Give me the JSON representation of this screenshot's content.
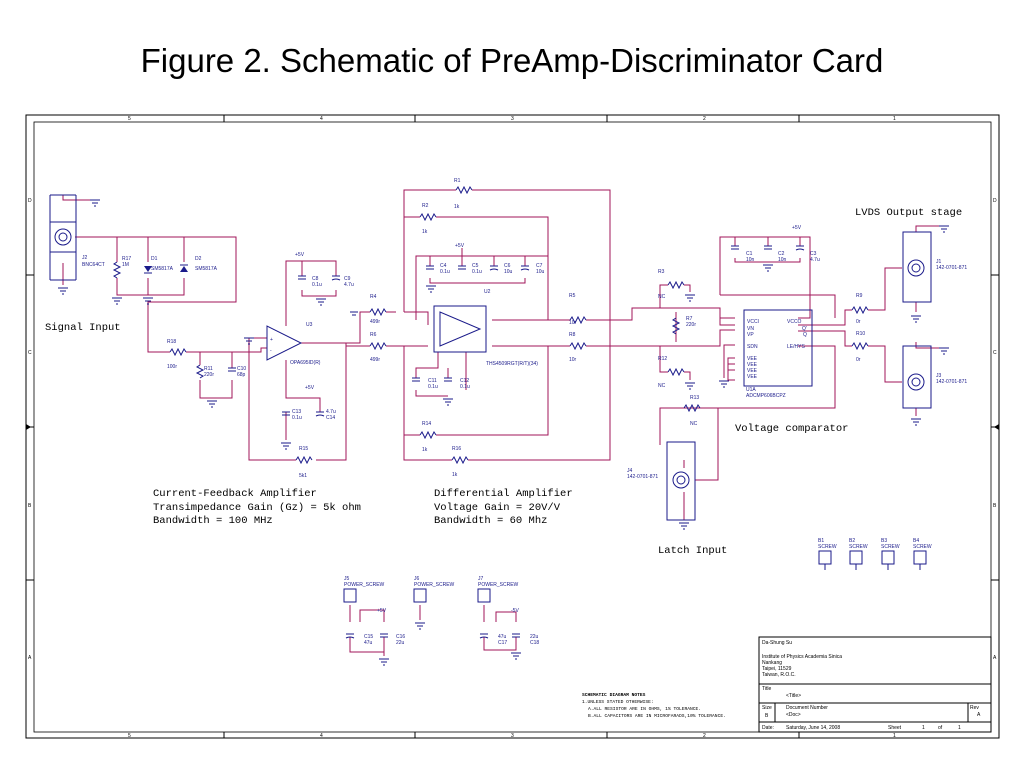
{
  "slide": {
    "title": "Figure 2. Schematic of PreAmp-Discriminator Card"
  },
  "border": {
    "top_numbers": [
      "5",
      "4",
      "3",
      "2",
      "1"
    ],
    "bottom_numbers": [
      "5",
      "4",
      "3",
      "2",
      "1"
    ],
    "side_letters": [
      "D",
      "C",
      "B",
      "A"
    ]
  },
  "labels": {
    "signal_input": "Signal Input",
    "lvds_output": "LVDS Output stage",
    "voltage_comparator": "Voltage comparator",
    "latch_input": "Latch Input",
    "cfa_block": [
      "Current-Feedback Amplifier",
      "Transimpedance Gain (Gz) = 5k ohm",
      "Bandwidth = 100 MHz"
    ],
    "diff_block": [
      "Differential Amplifier",
      "Voltage Gain = 20V/V",
      "Bandwidth = 60 Mhz"
    ]
  },
  "components": {
    "j2": [
      "J2",
      "BNC64CT"
    ],
    "r17": [
      "R17",
      "1M"
    ],
    "d1": [
      "D1",
      "SM5817A"
    ],
    "d2": [
      "D2",
      "SM5817A"
    ],
    "r18": [
      "R18",
      "100r"
    ],
    "r11": [
      "R11",
      "220r"
    ],
    "c10": [
      "C10",
      "68p"
    ],
    "u3": [
      "U3",
      "OPA695ID(R)"
    ],
    "c8": [
      "C8",
      "0.1u"
    ],
    "c9": [
      "C9",
      "4.7u"
    ],
    "c13": [
      "C13",
      "0.1u"
    ],
    "c14": [
      "C14",
      "4.7u"
    ],
    "r15": [
      "R15",
      "5k1"
    ],
    "r4": [
      "R4",
      "499r"
    ],
    "r6": [
      "R6",
      "499r"
    ],
    "r1": [
      "R1",
      "1k"
    ],
    "r2": [
      "R2",
      "1k"
    ],
    "u2": [
      "U2",
      "THS4509RGT(R/T)(34)"
    ],
    "c4": [
      "C4",
      "0.1u"
    ],
    "c5": [
      "C5",
      "0.1u"
    ],
    "c6": [
      "C6",
      "10u"
    ],
    "c7": [
      "C7",
      "10u"
    ],
    "c11": [
      "C11",
      "0.1u"
    ],
    "c12": [
      "C12",
      "0.1u"
    ],
    "r14": [
      "R14",
      "1k"
    ],
    "r16": [
      "R16",
      "1k"
    ],
    "r5": [
      "R5",
      "10r"
    ],
    "r8": [
      "R8",
      "10r"
    ],
    "r3": [
      "R3",
      "NC"
    ],
    "r7": [
      "R7",
      "220r"
    ],
    "r12": [
      "R12",
      "NC"
    ],
    "r13": [
      "R13",
      "NC"
    ],
    "u1": [
      "U1A",
      "ADCMP606BCPZ"
    ],
    "c1": [
      "C1",
      "10n"
    ],
    "c2": [
      "C2",
      "10n"
    ],
    "c3": [
      "C3",
      "4.7u"
    ],
    "r9": [
      "R9",
      "0r"
    ],
    "r10": [
      "R10",
      "0r"
    ],
    "j1": [
      "J1",
      "142-0701-871"
    ],
    "j3": [
      "J3",
      "142-0701-871"
    ],
    "j4": [
      "J4",
      "142-0701-871"
    ],
    "j5": [
      "J5",
      "POWER_SCREW"
    ],
    "j6": [
      "J6",
      "POWER_SCREW"
    ],
    "j7": [
      "J7",
      "POWER_SCREW"
    ],
    "c15": [
      "C15",
      "47u"
    ],
    "c16": [
      "C16",
      "22u"
    ],
    "c17": [
      "C17",
      "47u"
    ],
    "c18": [
      "C18",
      "22u"
    ],
    "b1": [
      "B1",
      "SCREW"
    ],
    "b2": [
      "B2",
      "SCREW"
    ],
    "b3": [
      "B3",
      "SCREW"
    ],
    "b4": [
      "B4",
      "SCREW"
    ]
  },
  "u1_pins": {
    "left": [
      "VCCI",
      "VN",
      "VP",
      "SDN",
      "VEE",
      "VEE",
      "VEE",
      "VEE"
    ],
    "right": [
      "VCCO",
      "Q'",
      "Q",
      "LE/HYS"
    ]
  },
  "power": {
    "pos": "+5V",
    "neg": "-5V"
  },
  "notes": [
    "SCHEMATIC DIAGRAM NOTES",
    "1.UNLESS STATED OTHERWISE:",
    "A.ALL RESISTOR ARE IN OHMS, 1% TOLERANCE.",
    "B.ALL CAPACITORS ARE IN MICROFARADS,10% TOLERANCE."
  ],
  "title_block": {
    "org": [
      "Da-Shung Su",
      "Institute of Physics Academia Sinica",
      "Nankang",
      "Taipei, 11529",
      "Taiwan, R.O.C."
    ],
    "title_label": "Title",
    "title_value": "<Title>",
    "size_label": "Size",
    "size_value": "B",
    "doc_label": "Document Number",
    "doc_value": "<Doc>",
    "rev_label": "Rev",
    "rev_value": "A",
    "date_label": "Date:",
    "date_value": "Saturday, June 14, 2008",
    "sheet_label": "Sheet",
    "sheet_value": "1",
    "of_label": "of",
    "of_value": "1"
  }
}
